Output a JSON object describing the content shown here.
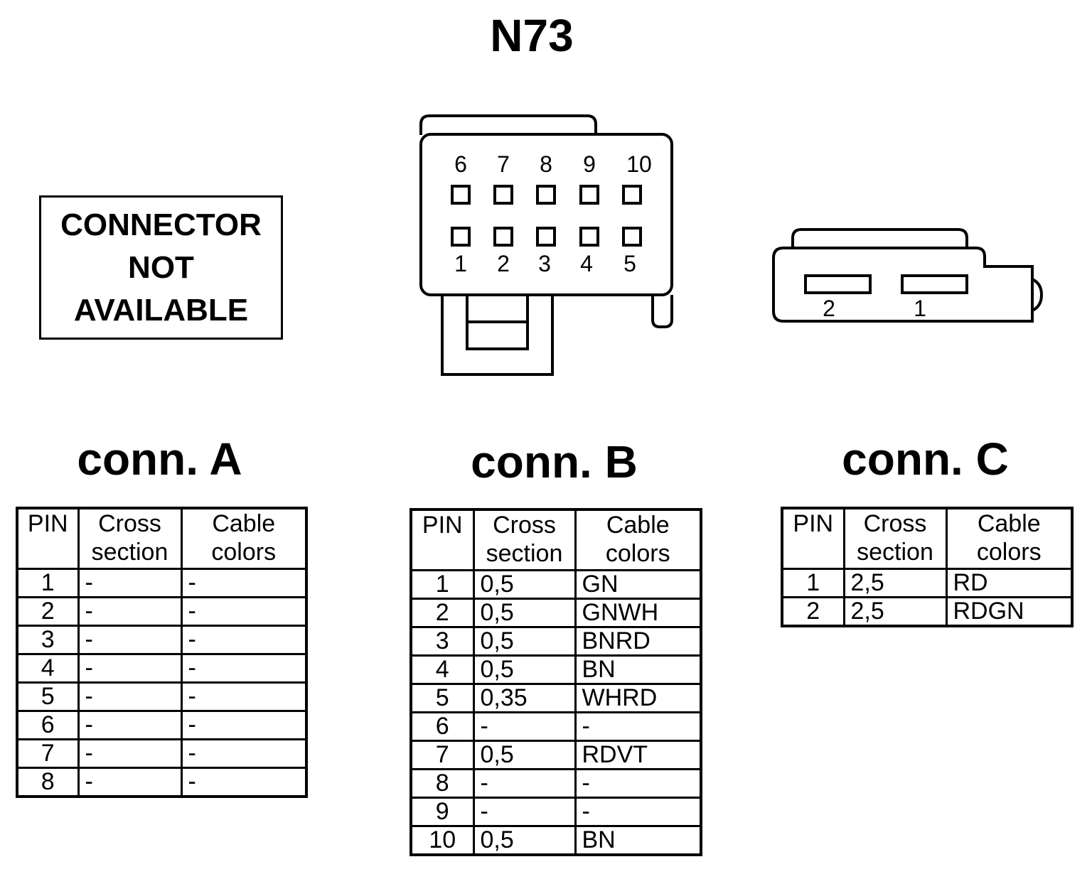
{
  "title": "N73",
  "not_available": [
    "CONNECTOR",
    "NOT",
    "AVAILABLE"
  ],
  "headers": {
    "pin": "PIN",
    "cross": "Cross section",
    "colors": "Cable colors"
  },
  "connB_pin_labels": {
    "top": [
      "6",
      "7",
      "8",
      "9",
      "10"
    ],
    "bottom": [
      "1",
      "2",
      "3",
      "4",
      "5"
    ]
  },
  "connC_pin_labels": [
    "2",
    "1"
  ],
  "connectors": [
    {
      "title": "conn. A",
      "rows": [
        [
          "1",
          "-",
          "-"
        ],
        [
          "2",
          "-",
          "-"
        ],
        [
          "3",
          "-",
          "-"
        ],
        [
          "4",
          "-",
          "-"
        ],
        [
          "5",
          "-",
          "-"
        ],
        [
          "6",
          "-",
          "-"
        ],
        [
          "7",
          "-",
          "-"
        ],
        [
          "8",
          "-",
          "-"
        ]
      ]
    },
    {
      "title": "conn. B",
      "rows": [
        [
          "1",
          "0,5",
          "GN"
        ],
        [
          "2",
          "0,5",
          "GNWH"
        ],
        [
          "3",
          "0,5",
          "BNRD"
        ],
        [
          "4",
          "0,5",
          "BN"
        ],
        [
          "5",
          "0,35",
          "WHRD"
        ],
        [
          "6",
          "-",
          "-"
        ],
        [
          "7",
          "0,5",
          "RDVT"
        ],
        [
          "8",
          "-",
          "-"
        ],
        [
          "9",
          "-",
          "-"
        ],
        [
          "10",
          "0,5",
          "BN"
        ]
      ]
    },
    {
      "title": "conn. C",
      "rows": [
        [
          "1",
          "2,5",
          "RD"
        ],
        [
          "2",
          "2,5",
          "RDGN"
        ]
      ]
    }
  ]
}
